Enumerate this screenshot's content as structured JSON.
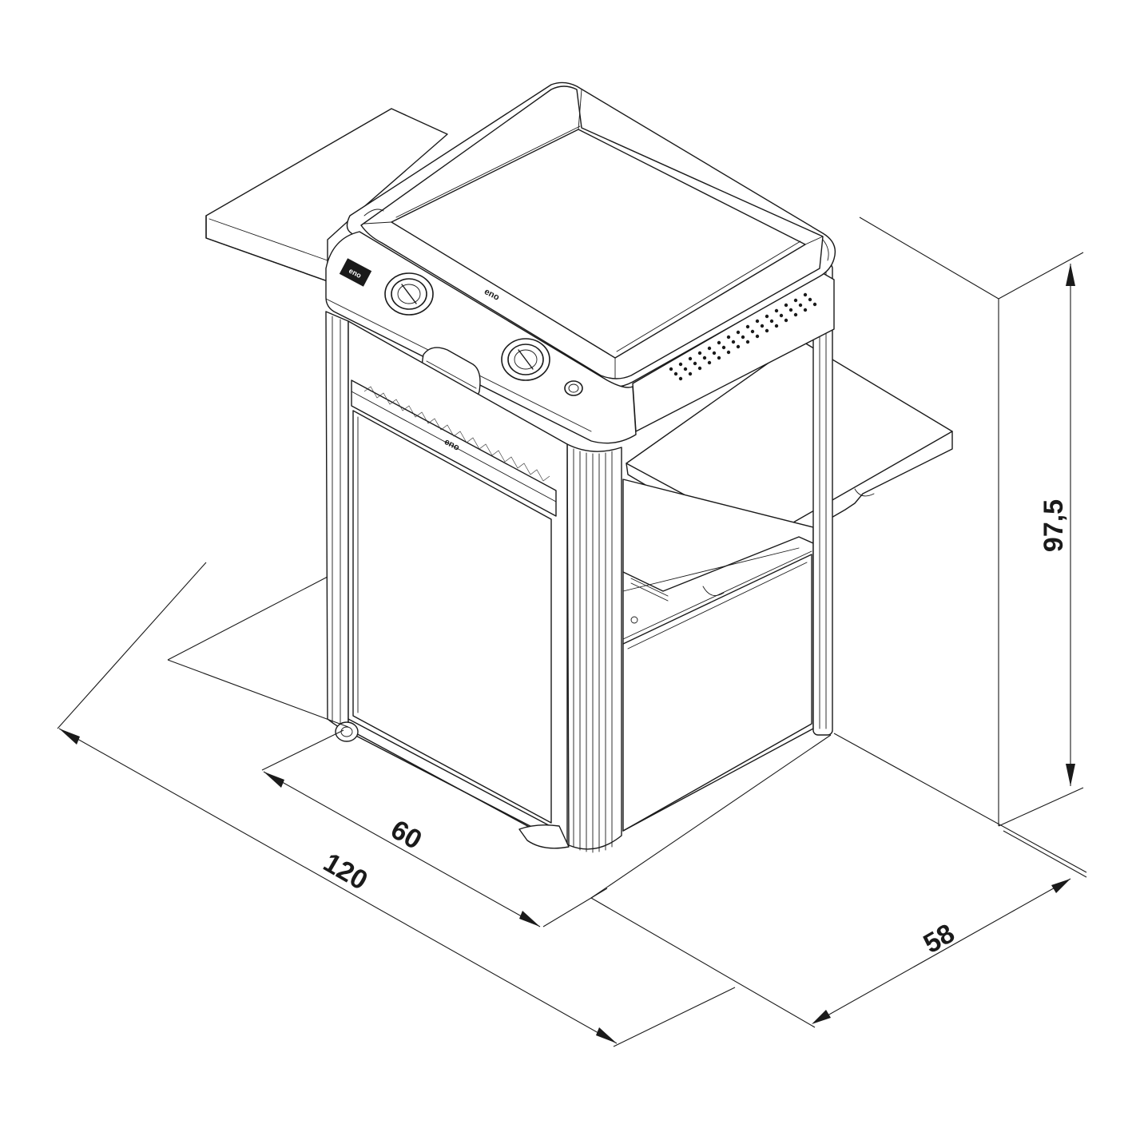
{
  "dimensions": {
    "height": "97,5",
    "depth": "58",
    "width_closed": "60",
    "width_open": "120"
  },
  "brand_marks": {
    "front_logo": "eno",
    "door_logo": "eno",
    "badge": "eno"
  }
}
